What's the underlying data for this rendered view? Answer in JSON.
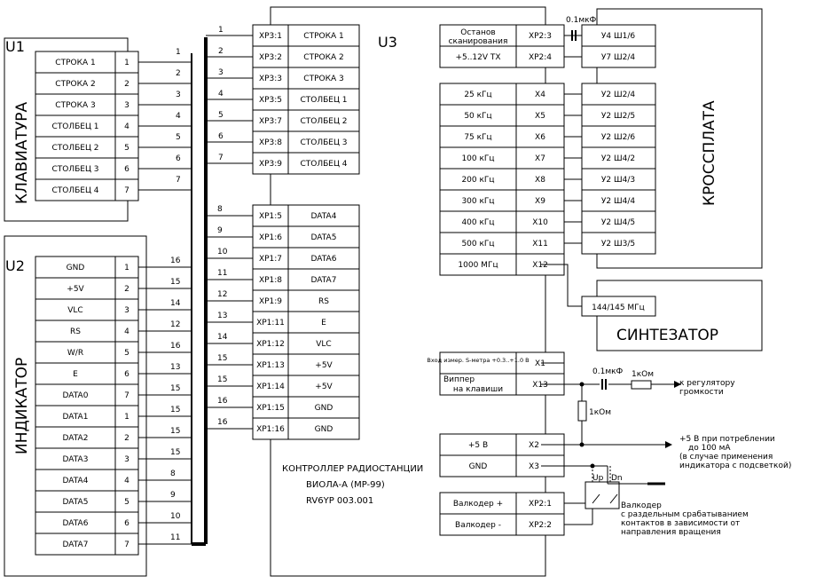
{
  "blocks": {
    "u1": {
      "label": "U1",
      "title": "КЛАВИАТУРА"
    },
    "u2": {
      "label": "U2",
      "title": "ИНДИКАТОР"
    },
    "u3": {
      "label": "U3"
    },
    "crossboard": {
      "title": "КРОССПЛАТА"
    },
    "synth": {
      "title": "СИНТЕЗАТОР",
      "box": "144/145 МГц"
    }
  },
  "u1_pins": [
    {
      "name": "СТРОКА 1",
      "num": "1",
      "wire": "2"
    },
    {
      "name": "СТРОКА 2",
      "num": "2",
      "wire": "3"
    },
    {
      "name": "СТРОКА 3",
      "num": "3",
      "wire": "4"
    },
    {
      "name": "СТОЛБЕЦ 1",
      "num": "4",
      "wire": "5"
    },
    {
      "name": "СТОЛБЕЦ 2",
      "num": "5",
      "wire": "6"
    },
    {
      "name": "СТОЛБЕЦ 3",
      "num": "6",
      "wire": "7"
    },
    {
      "name": "СТОЛБЕЦ 4",
      "num": "7",
      "wire": ""
    }
  ],
  "u1_top_wire": "1",
  "u2_pins": [
    {
      "name": "GND",
      "num": "1",
      "wire": "16"
    },
    {
      "name": "+5V",
      "num": "2",
      "wire": "15"
    },
    {
      "name": "VLC",
      "num": "3",
      "wire": "14"
    },
    {
      "name": "RS",
      "num": "4",
      "wire": "12"
    },
    {
      "name": "W/R",
      "num": "5",
      "wire": "16"
    },
    {
      "name": "E",
      "num": "6",
      "wire": "13"
    },
    {
      "name": "DATA0",
      "num": "7",
      "wire": "15"
    },
    {
      "name": "DATA1",
      "num": "1",
      "wire": "15"
    },
    {
      "name": "DATA2",
      "num": "2",
      "wire": "15"
    },
    {
      "name": "DATA3",
      "num": "3",
      "wire": "15"
    },
    {
      "name": "DATA4",
      "num": "4",
      "wire": "8"
    },
    {
      "name": "DATA5",
      "num": "5",
      "wire": "9"
    },
    {
      "name": "DATA6",
      "num": "6",
      "wire": "10"
    },
    {
      "name": "DATA7",
      "num": "7",
      "wire": "11"
    }
  ],
  "u3_upper": [
    {
      "wire": "1",
      "pin": "XP3:1",
      "name": "СТРОКА 1"
    },
    {
      "wire": "2",
      "pin": "XP3:2",
      "name": "СТРОКА 2"
    },
    {
      "wire": "3",
      "pin": "XP3:3",
      "name": "СТРОКА 3"
    },
    {
      "wire": "4",
      "pin": "XP3:5",
      "name": "СТОЛБЕЦ 1"
    },
    {
      "wire": "5",
      "pin": "XP3:7",
      "name": "СТОЛБЕЦ 2"
    },
    {
      "wire": "6",
      "pin": "XP3:8",
      "name": "СТОЛБЕЦ 3"
    },
    {
      "wire": "7",
      "pin": "XP3:9",
      "name": "СТОЛБЕЦ 4"
    }
  ],
  "u3_lower": [
    {
      "wire": "8",
      "pin": "XP1:5",
      "name": "DATA4"
    },
    {
      "wire": "9",
      "pin": "XP1:6",
      "name": "DATA5"
    },
    {
      "wire": "10",
      "pin": "XP1:7",
      "name": "DATA6"
    },
    {
      "wire": "11",
      "pin": "XP1:8",
      "name": "DATA7"
    },
    {
      "wire": "12",
      "pin": "XP1:9",
      "name": "RS"
    },
    {
      "wire": "13",
      "pin": "XP1:11",
      "name": "E"
    },
    {
      "wire": "14",
      "pin": "XP1:12",
      "name": "VLC"
    },
    {
      "wire": "15",
      "pin": "XP1:13",
      "name": "+5V"
    },
    {
      "wire": "15",
      "pin": "XP1:14",
      "name": "+5V"
    },
    {
      "wire": "16",
      "pin": "XP1:15",
      "name": "GND"
    },
    {
      "wire": "16",
      "pin": "XP1:16",
      "name": "GND"
    }
  ],
  "u3_caption": [
    "КОНТРОЛЛЕР РАДИОСТАНЦИИ",
    "ВИОЛА-А (MP-99)",
    "RV6YP 003.001"
  ],
  "top_right": [
    {
      "name": "Останов сканирования",
      "pin": "XP2:3",
      "cross": "У4 Ш1/6"
    },
    {
      "name": "+5..12V TX",
      "pin": "XP2:4",
      "cross": "У7 Ш2/4"
    }
  ],
  "cap_top": "0.1мкФ",
  "freq_rows": [
    {
      "name": "25 кГц",
      "pin": "X4",
      "cross": "У2 Ш2/4"
    },
    {
      "name": "50 кГц",
      "pin": "X5",
      "cross": "У2 Ш2/5"
    },
    {
      "name": "75 кГц",
      "pin": "X6",
      "cross": "У2 Ш2/6"
    },
    {
      "name": "100 кГц",
      "pin": "X7",
      "cross": "У2 Ш4/2"
    },
    {
      "name": "200 кГц",
      "pin": "X8",
      "cross": "У2 Ш4/3"
    },
    {
      "name": "300 кГц",
      "pin": "X9",
      "cross": "У2 Ш4/4"
    },
    {
      "name": "400 кГц",
      "pin": "X10",
      "cross": "У2 Ш4/5"
    },
    {
      "name": "500 кГц",
      "pin": "X11",
      "cross": "У2 Ш3/5"
    },
    {
      "name": "1000 МГц",
      "pin": "X12",
      "cross": ""
    }
  ],
  "signals": [
    {
      "name": "Вход измер. S-метра +0.3..+1.0 В",
      "pin": "X1"
    },
    {
      "name1": "Виппер",
      "name2": "на клавиши",
      "pin": "X13"
    }
  ],
  "volume": {
    "cap": "0.1мкФ",
    "res_series": "1кОм",
    "res_shunt": "1кОм",
    "to1": "к регулятору",
    "to2": "громкости"
  },
  "power": [
    {
      "name": "+5 В",
      "pin": "X2"
    },
    {
      "name": "GND",
      "pin": "X3"
    }
  ],
  "power_note": [
    "+5 В при потреблении",
    "до 100 мА",
    "(в случае применения",
    "индикатора с подсветкой)"
  ],
  "encoder_rows": [
    {
      "name": "Валкодер +",
      "pin": "XP2:1"
    },
    {
      "name": "Валкодер -",
      "pin": "XP2:2"
    }
  ],
  "encoder_contacts": {
    "up": "Up",
    "dn": "Dn"
  },
  "encoder_note": [
    "Валкодер",
    "с раздельным срабатыванием",
    "контактов в зависимости от",
    "направления вращения"
  ]
}
